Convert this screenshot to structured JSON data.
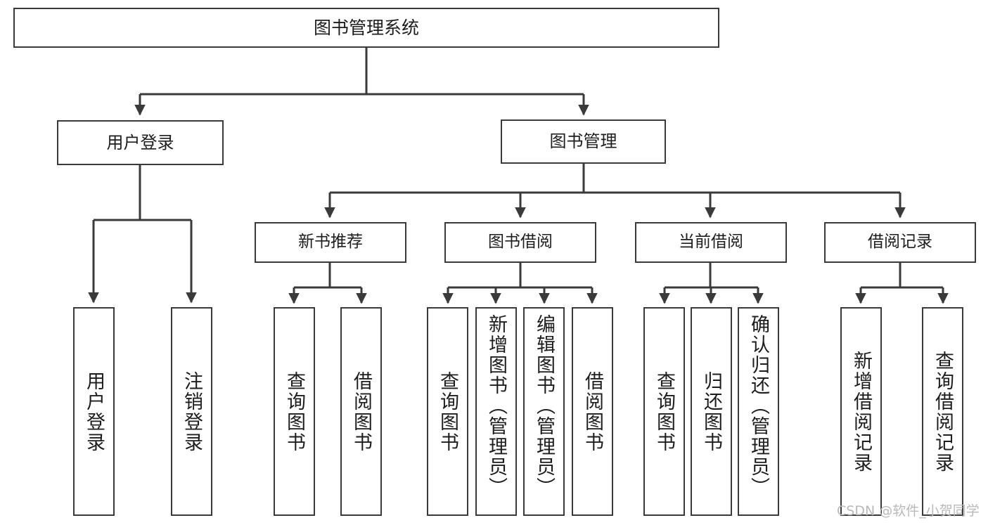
{
  "diagram": {
    "title": "图书管理系统",
    "watermark": "CSDN @软件_小贺同学",
    "line_color": "#3a3a3a",
    "box_fill": "#ffffff",
    "text_color": "#1d1d1d",
    "watermark_color": "#b9b9b9",
    "root": {
      "label": "图书管理系统"
    },
    "level1": [
      {
        "label": "用户登录"
      },
      {
        "label": "图书管理"
      }
    ],
    "level2": [
      {
        "label": "新书推荐"
      },
      {
        "label": "图书借阅"
      },
      {
        "label": "当前借阅"
      },
      {
        "label": "借阅记录"
      }
    ],
    "leaves": {
      "user_login": [
        {
          "label": "用户登录"
        },
        {
          "label": "注销登录"
        }
      ],
      "new_book_recommend": [
        {
          "label": "查询图书"
        },
        {
          "label": "借阅图书"
        }
      ],
      "book_borrow": [
        {
          "label": "查询图书"
        },
        {
          "label": "新增图书（管理员）"
        },
        {
          "label": "编辑图书（管理员）"
        },
        {
          "label": "借阅图书"
        }
      ],
      "current_borrow": [
        {
          "label": "查询图书"
        },
        {
          "label": "归还图书"
        },
        {
          "label": "确认归还（管理员）"
        }
      ],
      "borrow_record": [
        {
          "label": "新增借阅记录"
        },
        {
          "label": "查询借阅记录"
        }
      ]
    }
  },
  "chart_data": {
    "type": "diagram",
    "title": "图书管理系统",
    "structure": "tree",
    "nodes": [
      {
        "id": "root",
        "label": "图书管理系统",
        "level": 0,
        "parent": null
      },
      {
        "id": "n1",
        "label": "用户登录",
        "level": 1,
        "parent": "root"
      },
      {
        "id": "n2",
        "label": "图书管理",
        "level": 1,
        "parent": "root"
      },
      {
        "id": "n1a",
        "label": "用户登录",
        "level": 2,
        "parent": "n1"
      },
      {
        "id": "n1b",
        "label": "注销登录",
        "level": 2,
        "parent": "n1"
      },
      {
        "id": "n2a",
        "label": "新书推荐",
        "level": 2,
        "parent": "n2"
      },
      {
        "id": "n2b",
        "label": "图书借阅",
        "level": 2,
        "parent": "n2"
      },
      {
        "id": "n2c",
        "label": "当前借阅",
        "level": 2,
        "parent": "n2"
      },
      {
        "id": "n2d",
        "label": "借阅记录",
        "level": 2,
        "parent": "n2"
      },
      {
        "id": "n2a1",
        "label": "查询图书",
        "level": 3,
        "parent": "n2a"
      },
      {
        "id": "n2a2",
        "label": "借阅图书",
        "level": 3,
        "parent": "n2a"
      },
      {
        "id": "n2b1",
        "label": "查询图书",
        "level": 3,
        "parent": "n2b"
      },
      {
        "id": "n2b2",
        "label": "新增图书（管理员）",
        "level": 3,
        "parent": "n2b"
      },
      {
        "id": "n2b3",
        "label": "编辑图书（管理员）",
        "level": 3,
        "parent": "n2b"
      },
      {
        "id": "n2b4",
        "label": "借阅图书",
        "level": 3,
        "parent": "n2b"
      },
      {
        "id": "n2c1",
        "label": "查询图书",
        "level": 3,
        "parent": "n2c"
      },
      {
        "id": "n2c2",
        "label": "归还图书",
        "level": 3,
        "parent": "n2c"
      },
      {
        "id": "n2c3",
        "label": "确认归还（管理员）",
        "level": 3,
        "parent": "n2c"
      },
      {
        "id": "n2d1",
        "label": "新增借阅记录",
        "level": 3,
        "parent": "n2d"
      },
      {
        "id": "n2d2",
        "label": "查询借阅记录",
        "level": 3,
        "parent": "n2d"
      }
    ]
  }
}
